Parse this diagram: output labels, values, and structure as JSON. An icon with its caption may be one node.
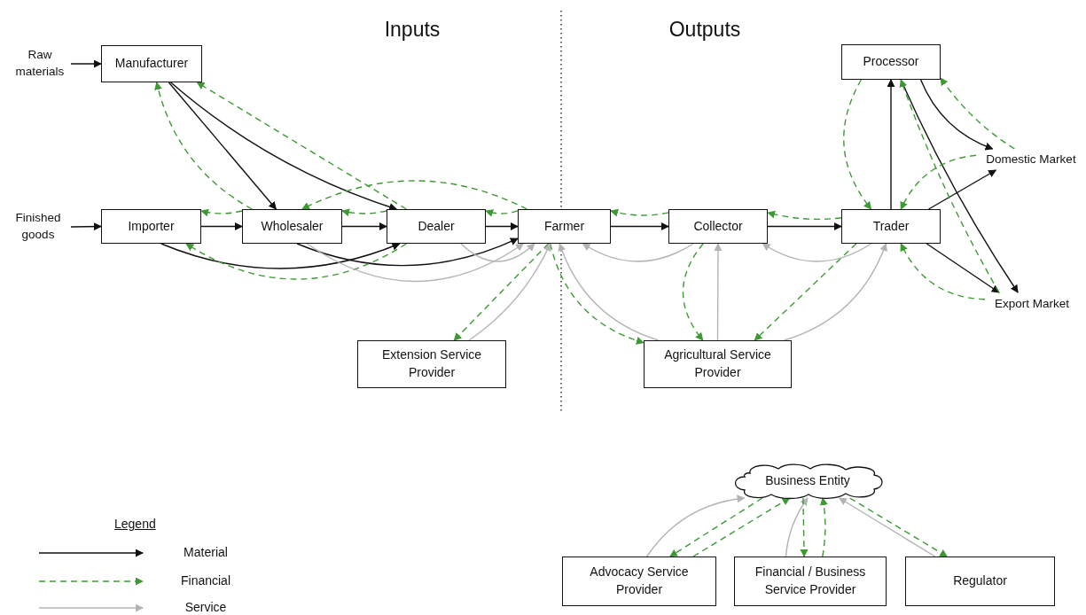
{
  "diagram": {
    "nodes": [
      {
        "text": [
          "Raw materials"
        ]
      },
      {
        "text": [
          "Manufacturer"
        ]
      },
      {
        "text": [
          "Finished goods"
        ]
      },
      {
        "text": [
          "Importer"
        ]
      },
      {
        "text": [
          "Wholesaler"
        ]
      },
      {
        "text": [
          "Dealer"
        ]
      },
      {
        "text": [
          "Farmer"
        ]
      },
      {
        "text": [
          "Collector"
        ]
      },
      {
        "text": [
          "Trader"
        ]
      },
      {
        "text": [
          "Processor"
        ]
      },
      {
        "text": [
          "Domestic Market"
        ]
      },
      {
        "text": [
          "Export Market"
        ]
      },
      {
        "text": [
          "Extension Service Provider"
        ]
      },
      {
        "text": [
          "Agricultural Service Provider"
        ]
      },
      {
        "text": [
          "Business Entity"
        ]
      },
      {
        "text": [
          "Advocacy Service Provider"
        ]
      },
      {
        "text": [
          "Financial / Business Service Provider"
        ]
      },
      {
        "text": [
          "Regulator"
        ]
      }
    ],
    "edges": [
      {
        "from": 0,
        "to": 1,
        "arrow": "to",
        "color": "#111111"
      },
      {
        "from": 2,
        "to": 3,
        "arrow": "to",
        "color": "#111111"
      },
      {
        "from": 1,
        "to": 4,
        "arrow": "to",
        "color": "#111111"
      },
      {
        "from": 1,
        "to": 5,
        "arrow": "to",
        "color": "#111111"
      },
      {
        "from": 3,
        "to": 4,
        "arrow": "to",
        "color": "#111111"
      },
      {
        "from": 4,
        "to": 5,
        "arrow": "to",
        "color": "#111111"
      },
      {
        "from": 5,
        "to": 6,
        "arrow": "to",
        "color": "#111111"
      },
      {
        "from": 3,
        "to": 5,
        "arrow": "to",
        "color": "#111111"
      },
      {
        "from": 4,
        "to": 6,
        "arrow": "to",
        "color": "#111111"
      },
      {
        "from": 6,
        "to": 7,
        "arrow": "to",
        "color": "#111111"
      },
      {
        "from": 7,
        "to": 8,
        "arrow": "to",
        "color": "#111111"
      },
      {
        "from": 8,
        "to": 9,
        "arrow": "to",
        "color": "#111111"
      },
      {
        "from": 9,
        "to": 10,
        "arrow": "to",
        "color": "#111111"
      },
      {
        "from": 9,
        "to": 11,
        "arrow": "to",
        "color": "#111111"
      },
      {
        "from": 8,
        "to": 10,
        "arrow": "to",
        "color": "#111111"
      },
      {
        "from": 8,
        "to": 11,
        "arrow": "to",
        "color": "#111111"
      },
      {
        "from": 4,
        "to": 1,
        "arrow": "to",
        "style": "dashed",
        "color": "#3d9a33"
      },
      {
        "from": 5,
        "to": 1,
        "arrow": "to",
        "style": "dashed",
        "color": "#3d9a33"
      },
      {
        "from": 4,
        "to": 3,
        "arrow": "to",
        "style": "dashed",
        "color": "#3d9a33"
      },
      {
        "from": 5,
        "to": 4,
        "arrow": "to",
        "style": "dashed",
        "color": "#3d9a33"
      },
      {
        "from": 6,
        "to": 4,
        "arrow": "to",
        "style": "dashed",
        "color": "#3d9a33"
      },
      {
        "from": 6,
        "to": 5,
        "arrow": "to",
        "style": "dashed",
        "color": "#3d9a33"
      },
      {
        "from": 5,
        "to": 3,
        "arrow": "to",
        "style": "dashed",
        "color": "#3d9a33"
      },
      {
        "from": 6,
        "to": 12,
        "arrow": "to",
        "style": "dashed",
        "color": "#3d9a33"
      },
      {
        "from": 7,
        "to": 6,
        "arrow": "to",
        "style": "dashed",
        "color": "#3d9a33"
      },
      {
        "from": 8,
        "to": 7,
        "arrow": "to",
        "style": "dashed",
        "color": "#3d9a33"
      },
      {
        "from": 6,
        "to": 13,
        "arrow": "to",
        "style": "dashed",
        "color": "#3d9a33"
      },
      {
        "from": 7,
        "to": 13,
        "arrow": "to",
        "style": "dashed",
        "color": "#3d9a33"
      },
      {
        "from": 8,
        "to": 13,
        "arrow": "to",
        "style": "dashed",
        "color": "#3d9a33"
      },
      {
        "from": 9,
        "to": 8,
        "arrow": "to",
        "style": "dashed",
        "color": "#3d9a33"
      },
      {
        "from": 10,
        "to": 9,
        "arrow": "to",
        "style": "dashed",
        "color": "#3d9a33"
      },
      {
        "from": 10,
        "to": 8,
        "arrow": "to",
        "style": "dashed",
        "color": "#3d9a33"
      },
      {
        "from": 11,
        "to": 9,
        "arrow": "to",
        "style": "dashed",
        "color": "#3d9a33"
      },
      {
        "from": 11,
        "to": 8,
        "arrow": "to",
        "style": "dashed",
        "color": "#3d9a33"
      },
      {
        "from": 4,
        "to": 6,
        "arrow": "to",
        "color": "#b3b3b3"
      },
      {
        "from": 5,
        "to": 6,
        "arrow": "to",
        "color": "#b3b3b3"
      },
      {
        "from": 12,
        "to": 6,
        "arrow": "to",
        "color": "#b3b3b3"
      },
      {
        "from": 7,
        "to": 6,
        "arrow": "to",
        "color": "#b3b3b3"
      },
      {
        "from": 13,
        "to": 6,
        "arrow": "to",
        "color": "#b3b3b3"
      },
      {
        "from": 13,
        "to": 7,
        "arrow": "to",
        "color": "#b3b3b3"
      },
      {
        "from": 8,
        "to": 7,
        "arrow": "to",
        "color": "#b3b3b3"
      },
      {
        "from": 13,
        "to": 8,
        "arrow": "to",
        "color": "#b3b3b3"
      },
      {
        "from": 15,
        "to": 14,
        "arrow": "to",
        "color": "#b3b3b3"
      },
      {
        "from": 14,
        "to": 15,
        "arrow": "to",
        "style": "dashed",
        "color": "#3d9a33"
      },
      {
        "from": 15,
        "to": 14,
        "arrow": "to",
        "style": "dashed",
        "color": "#3d9a33"
      },
      {
        "from": 16,
        "to": 14,
        "arrow": "to",
        "color": "#b3b3b3"
      },
      {
        "from": 14,
        "to": 16,
        "arrow": "to",
        "style": "dashed",
        "color": "#3d9a33"
      },
      {
        "from": 16,
        "to": 14,
        "arrow": "to",
        "style": "dashed",
        "color": "#3d9a33"
      },
      {
        "from": 17,
        "to": 14,
        "arrow": "to",
        "color": "#b3b3b3"
      },
      {
        "from": 14,
        "to": 17,
        "arrow": "to",
        "style": "dashed",
        "color": "#3d9a33"
      }
    ],
    "labels": [
      "Inputs",
      "Outputs",
      "Legend"
    ],
    "legend": [
      {
        "text": "Material"
      },
      {
        "text": "Financial"
      },
      {
        "text": "Service"
      }
    ]
  }
}
